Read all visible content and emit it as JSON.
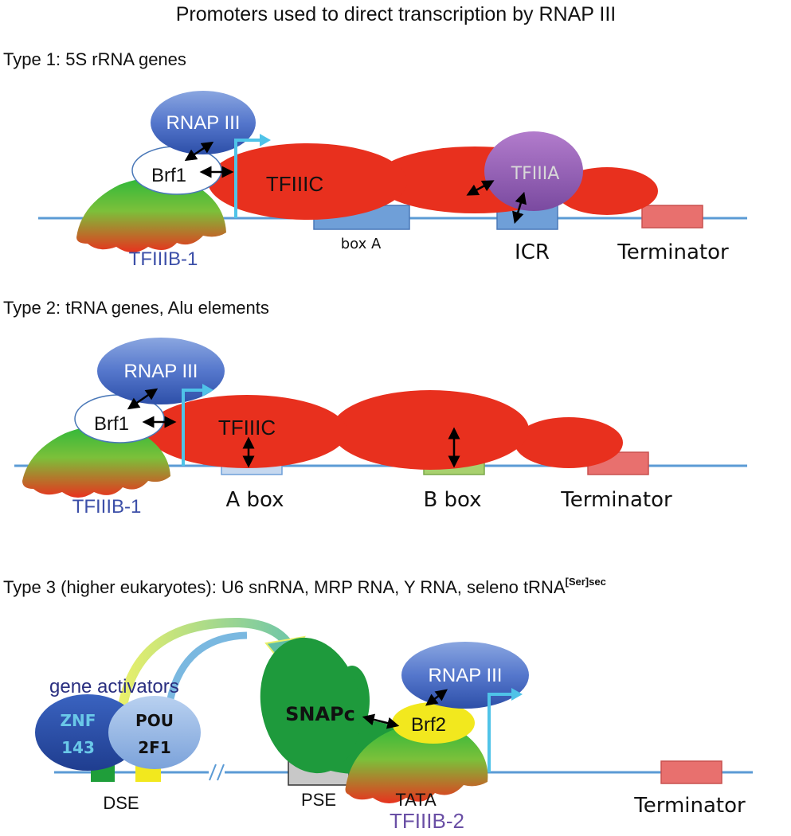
{
  "title": "Promoters used to direct transcription by RNAP III",
  "type1": {
    "heading": "Type 1: 5S rRNA genes",
    "rnap": "RNAP III",
    "brf": "Brf1",
    "tfiiic": "TFIIIC",
    "tfiiia": "TFIIIA",
    "tfiiib": "TFIIIB-1",
    "box_a": "box A",
    "icr": "ICR",
    "terminator": "Terminator"
  },
  "type2": {
    "heading": "Type 2: tRNA genes, Alu elements",
    "rnap": "RNAP III",
    "brf": "Brf1",
    "tfiiic": "TFIIIC",
    "tfiiib": "TFIIIB-1",
    "a_box": "A box",
    "b_box": "B box",
    "terminator": "Terminator"
  },
  "type3": {
    "heading": "Type 3 (higher eukaryotes): U6 snRNA, MRP RNA, Y RNA, seleno tRNA",
    "heading_sup": "[Ser]sec",
    "gene_activators": "gene activators",
    "znf_line1": "ZNF",
    "znf_line2": "143",
    "pou_line1": "POU",
    "pou_line2": "2F1",
    "snapc": "SNAPc",
    "brf": "Brf2",
    "rnap": "RNAP III",
    "dse": "DSE",
    "pse": "PSE",
    "tata": "TATA",
    "tfiiib": "TFIIIB-2",
    "terminator": "Terminator"
  },
  "colors": {
    "dna": "#5b9bd5",
    "tfiiic": "#e8301e",
    "tss_arrow": "#4fc3e8",
    "tfiiib_text": "#3c4fa8",
    "tfiiib2_text": "#6a4fa5",
    "tfiiia": "#8e5ab0",
    "terminator": "#e8706e",
    "snapc": "#1e9a3c",
    "brf2": "#f2e81e"
  }
}
